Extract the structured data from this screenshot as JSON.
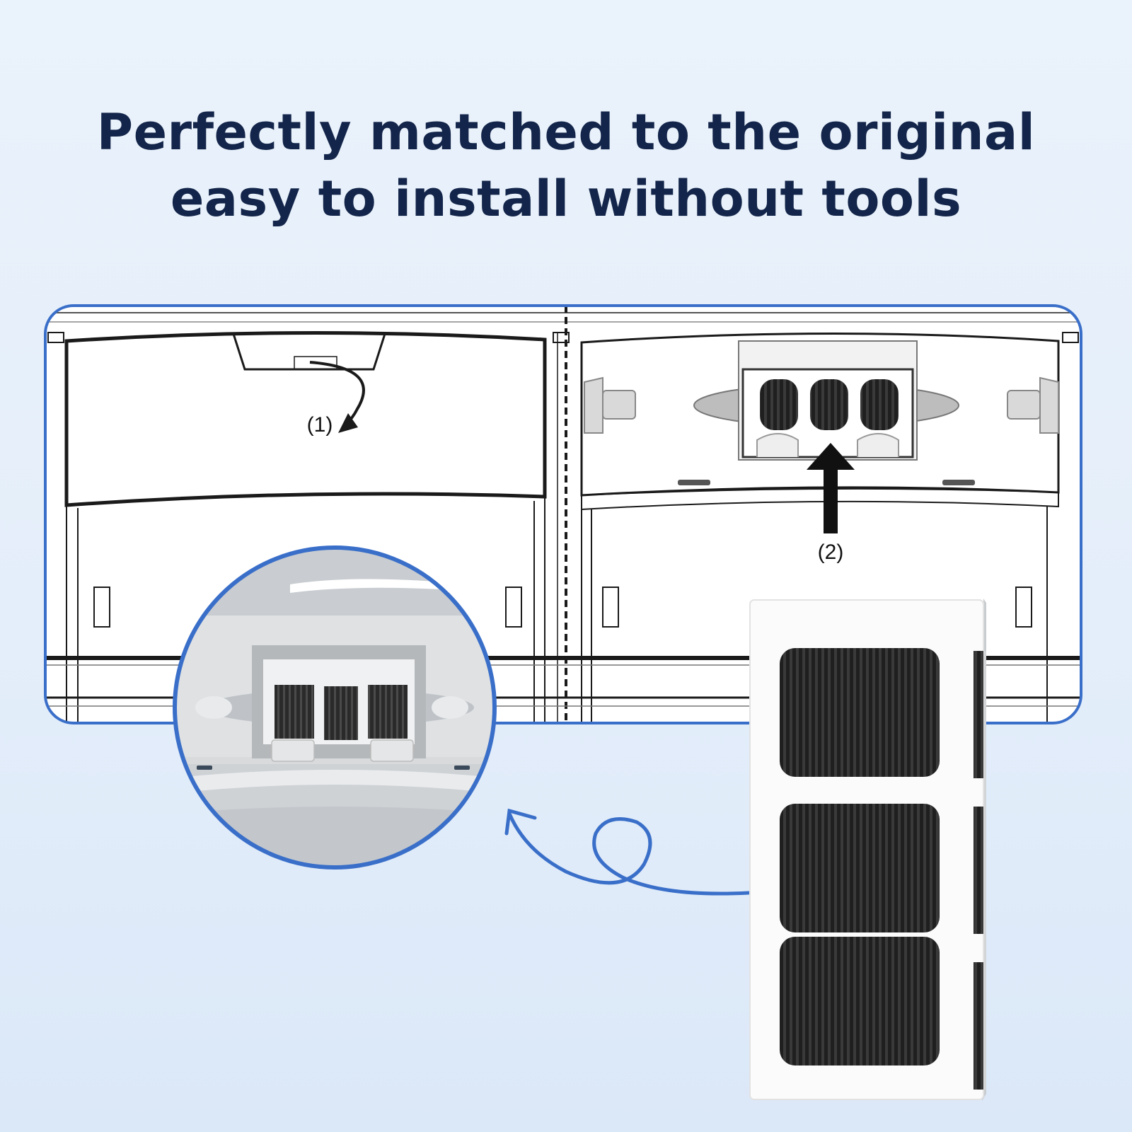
{
  "headline": {
    "line1": "Perfectly matched to the original",
    "line2": "easy to install without tools"
  },
  "steps": {
    "step1": "(1)",
    "step2": "(2)"
  },
  "colors": {
    "background": "#e6effa",
    "headline": "#13254a",
    "accent_blue": "#3a6fc9",
    "diagram_line": "#1a1a1a",
    "filter_media": "#2b2b2b"
  },
  "icons": {
    "step1_arrow": "curved-arrow-icon",
    "step2_arrow": "up-arrow-icon",
    "loop_arrow": "loop-arrow-icon"
  }
}
